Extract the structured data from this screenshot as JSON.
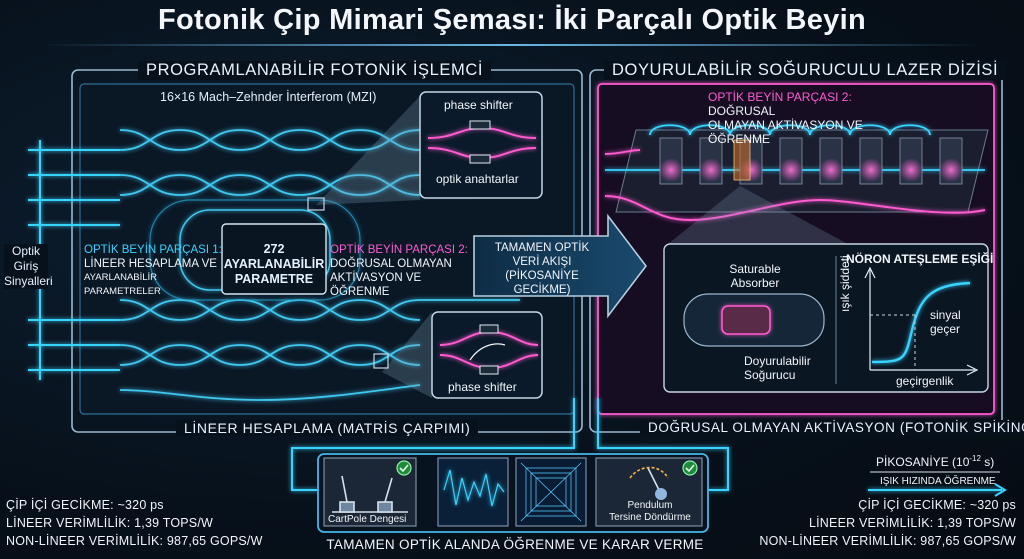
{
  "title": "Fotonik Çip Mimari Şeması: İki Parçalı Optik Beyin",
  "left_panel": {
    "heading": "PROGRAMLANABİLİR FOTONİK İŞLEMCİ",
    "mzi_label": "16×16 Mach–Zehnder İnterferom (MZI)",
    "part1_title": "OPTİK BEYİN PARÇASI 1:",
    "part1_line1": "LİNEER HESAPLAMA VE",
    "part1_line2": "AYARLANABİLİR PARAMETRELER",
    "center_line1": "272",
    "center_line2": "AYARLANABİLİR",
    "center_line3": "PARAMETRE",
    "part2_title": "OPTİK BEYİN PARÇASI 2:",
    "part2_line1": "DOĞRUSAL OLMAYAN",
    "part2_line2": "AKTİVASYON VE ÖĞRENME",
    "zoom_top_label1": "phase shifter",
    "zoom_top_label2": "optik anahtarlar",
    "zoom_bottom_label": "phase shifter",
    "footer": "LİNEER HESAPLAMA (MATRİS ÇARPIMI)"
  },
  "input_label": [
    "Optik",
    "Giriş",
    "Sinyalleri"
  ],
  "arrow": {
    "line1": "TAMAMEN OPTİK",
    "line2": "VERİ AKIŞI",
    "line3": "(PİKOSANİYE GECİKME)"
  },
  "right_panel": {
    "heading": "DOYURULABİLİR SOĞURUCULU LAZER DİZİSİ",
    "part2_title": "OPTİK BEYİN PARÇASI 2:",
    "part2_line1": "DOĞRUSAL",
    "part2_line2": "OLMAYAN AKTİVASYON VE ÖĞRENME",
    "absorber_label1": "Saturable",
    "absorber_label2": "Absorber",
    "absorber_tr1": "Doyurulabilir",
    "absorber_tr2": "Soğurucu",
    "footer": "DOĞRUSAL OLMAYAN AKTİVASYON (FOTONİK SPİKİNG)"
  },
  "threshold_chart": {
    "title": "NÖRON ATEŞLEME EŞİĞİ",
    "ylabel": "ışık şiddeti",
    "xlabel": "geçirgenlik",
    "annotation1": "sinyal",
    "annotation2": "geçer"
  },
  "bottom": {
    "cartpole": "CartPole Dengesi",
    "pendulum1": "Pendulum",
    "pendulum2": "Tersine Döndürme",
    "caption": "TAMAMEN OPTİK ALANDA ÖĞRENME VE KARAR VERME"
  },
  "time_scale": {
    "label": "PİKOSANİYE (10",
    "exponent": "-12",
    "suffix": " s)",
    "subtitle": "IŞIK HIZINDA ÖĞRENME"
  },
  "stats_left": [
    "ÇİP İÇİ GECİKME: ~320 ps",
    "LİNEER VERİMLİLİK: 1,39 TOPS/W",
    "NON-LİNEER VERİMLİLİK: 987,65 GOPS/W"
  ],
  "stats_right": [
    "ÇİP İÇİ GECİKME: ~320 ps",
    "LİNEER VERİMLİLİK: 1,39 TOPS/W",
    "NON-LİNEER VERİMLİLİK: 987,65 GOPS/W"
  ],
  "colors": {
    "cyan": "#38d3ff",
    "pink": "#ff5ad0",
    "frame": "#8fb3cc"
  }
}
